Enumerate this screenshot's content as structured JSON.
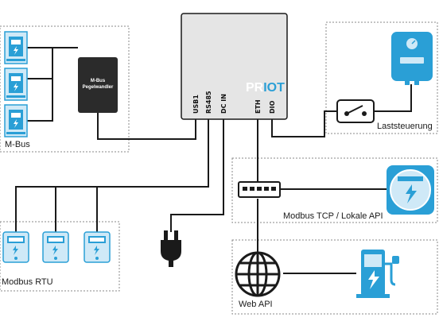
{
  "device": {
    "brand_pre": "PR",
    "brand_post": "IOT"
  },
  "ports": {
    "usb": "USB1",
    "rs485": "RS485",
    "dcin": "DC IN",
    "eth": "ETH",
    "dio": "DIO"
  },
  "converter": {
    "line1": "M-Bus",
    "line2": "Pegelwandler"
  },
  "groups": {
    "mbus": "M-Bus",
    "modbus_rtu": "Modbus RTU",
    "laststeuerung": "Laststeuerung",
    "modbus_tcp": "Modbus TCP / Lokale API",
    "webapi": "Web API"
  },
  "colors": {
    "accent": "#2a9fd6",
    "accent_light": "#cfe9f7",
    "device_body": "#e5e5e5",
    "dark_box": "#2b2b2b"
  }
}
